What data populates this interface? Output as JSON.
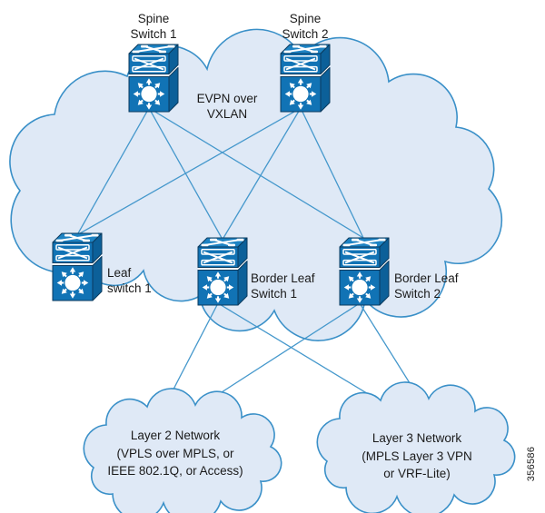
{
  "figure": {
    "number": "356586"
  },
  "labels": {
    "spine1": {
      "line1": "Spine",
      "line2": "Switch 1"
    },
    "spine2": {
      "line1": "Spine",
      "line2": "Switch 2"
    },
    "leaf1": {
      "line1": "Leaf",
      "line2": "switch 1"
    },
    "border_leaf1": {
      "line1": "Border Leaf",
      "line2": "Switch 1"
    },
    "border_leaf2": {
      "line1": "Border Leaf",
      "line2": "Switch 2"
    },
    "evpn_cloud": {
      "line1": "EVPN over",
      "line2": "VXLAN"
    },
    "layer2_cloud": {
      "line1": "Layer 2 Network",
      "line2": "(VPLS over MPLS, or",
      "line3": "IEEE 802.1Q, or Access)"
    },
    "layer3_cloud": {
      "line1": "Layer 3 Network",
      "line2": "(MPLS Layer 3 VPN",
      "line3": "or VRF-Lite)"
    }
  },
  "topology": {
    "links": [
      {
        "from": "Spine Switch 1",
        "to": "Leaf switch 1"
      },
      {
        "from": "Spine Switch 1",
        "to": "Border Leaf Switch 1"
      },
      {
        "from": "Spine Switch 1",
        "to": "Border Leaf Switch 2"
      },
      {
        "from": "Spine Switch 2",
        "to": "Leaf switch 1"
      },
      {
        "from": "Spine Switch 2",
        "to": "Border Leaf Switch 1"
      },
      {
        "from": "Spine Switch 2",
        "to": "Border Leaf Switch 2"
      },
      {
        "from": "Border Leaf Switch 1",
        "to": "Layer 2 Network"
      },
      {
        "from": "Border Leaf Switch 1",
        "to": "Layer 3 Network"
      },
      {
        "from": "Border Leaf Switch 2",
        "to": "Layer 2 Network"
      },
      {
        "from": "Border Leaf Switch 2",
        "to": "Layer 3 Network"
      }
    ]
  },
  "colors": {
    "switch_front": "#1173b5",
    "switch_side": "#0c6099",
    "switch_top": "#1e83c3",
    "switch_edge": "#0a3a5e",
    "cloud_fill": "#dfe9f6",
    "cloud_stroke": "#3a90c8",
    "link_line": "#4598cc",
    "text": "#1a1a1a",
    "background": "#ffffff"
  }
}
